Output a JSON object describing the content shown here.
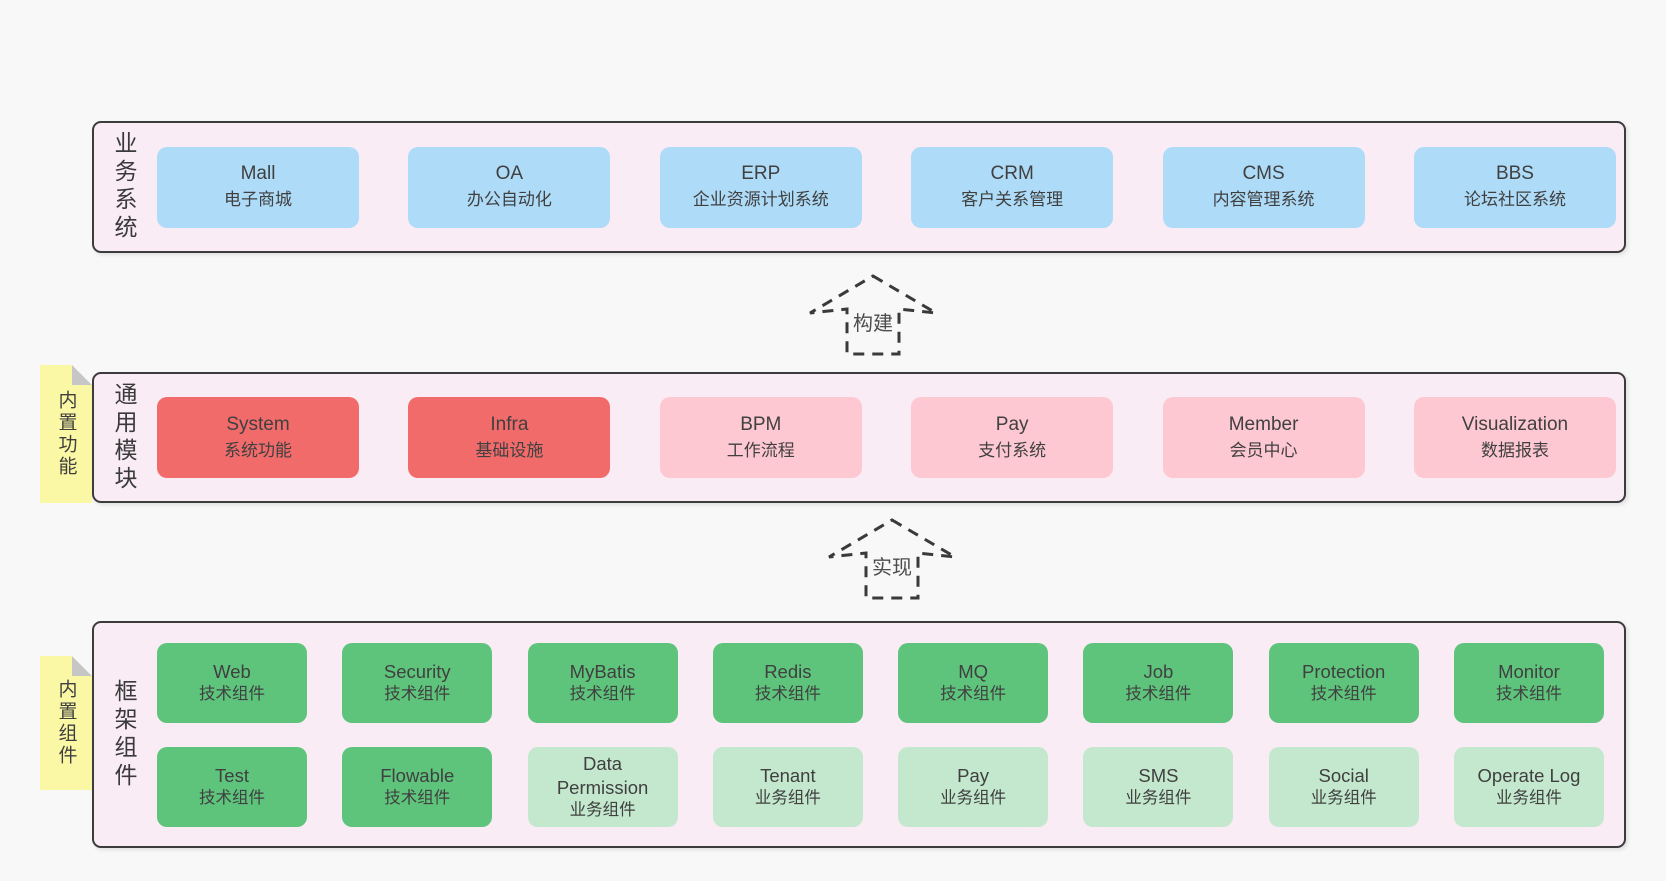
{
  "diagram": {
    "arrows": [
      {
        "id": "build",
        "label": "构建"
      },
      {
        "id": "implement",
        "label": "实现"
      }
    ],
    "layers": {
      "business": {
        "label": "业务系统",
        "boxes": [
          {
            "title": "Mall",
            "subtitle": "电子商城",
            "variant": "blue"
          },
          {
            "title": "OA",
            "subtitle": "办公自动化",
            "variant": "blue"
          },
          {
            "title": "ERP",
            "subtitle": "企业资源计划系统",
            "variant": "blue"
          },
          {
            "title": "CRM",
            "subtitle": "客户关系管理",
            "variant": "blue"
          },
          {
            "title": "CMS",
            "subtitle": "内容管理系统",
            "variant": "blue"
          },
          {
            "title": "BBS",
            "subtitle": "论坛社区系统",
            "variant": "blue"
          }
        ]
      },
      "modules": {
        "label": "通用模块",
        "note": "内置功能",
        "boxes": [
          {
            "title": "System",
            "subtitle": "系统功能",
            "variant": "red"
          },
          {
            "title": "Infra",
            "subtitle": "基础设施",
            "variant": "red"
          },
          {
            "title": "BPM",
            "subtitle": "工作流程",
            "variant": "pink"
          },
          {
            "title": "Pay",
            "subtitle": "支付系统",
            "variant": "pink"
          },
          {
            "title": "Member",
            "subtitle": "会员中心",
            "variant": "pink"
          },
          {
            "title": "Visualization",
            "subtitle": "数据报表",
            "variant": "pink"
          }
        ]
      },
      "components": {
        "label": "框架组件",
        "note": "内置组件",
        "rows": [
          [
            {
              "title": "Web",
              "subtitle": "技术组件",
              "variant": "green"
            },
            {
              "title": "Security",
              "subtitle": "技术组件",
              "variant": "green"
            },
            {
              "title": "MyBatis",
              "subtitle": "技术组件",
              "variant": "green"
            },
            {
              "title": "Redis",
              "subtitle": "技术组件",
              "variant": "green"
            },
            {
              "title": "MQ",
              "subtitle": "技术组件",
              "variant": "green"
            },
            {
              "title": "Job",
              "subtitle": "技术组件",
              "variant": "green"
            },
            {
              "title": "Protection",
              "subtitle": "技术组件",
              "variant": "green"
            },
            {
              "title": "Monitor",
              "subtitle": "技术组件",
              "variant": "green"
            }
          ],
          [
            {
              "title": "Test",
              "subtitle": "技术组件",
              "variant": "green"
            },
            {
              "title": "Flowable",
              "subtitle": "技术组件",
              "variant": "green"
            },
            {
              "title": "Data Permission",
              "subtitle": "业务组件",
              "variant": "lightgreen"
            },
            {
              "title": "Tenant",
              "subtitle": "业务组件",
              "variant": "lightgreen"
            },
            {
              "title": "Pay",
              "subtitle": "业务组件",
              "variant": "lightgreen"
            },
            {
              "title": "SMS",
              "subtitle": "业务组件",
              "variant": "lightgreen"
            },
            {
              "title": "Social",
              "subtitle": "业务组件",
              "variant": "lightgreen"
            },
            {
              "title": "Operate Log",
              "subtitle": "业务组件",
              "variant": "lightgreen"
            }
          ]
        ]
      }
    },
    "colors": {
      "blue": "#aedbf8",
      "red": "#f26b6b",
      "pink": "#fec8d2",
      "green": "#5ec47c",
      "lightgreen": "#c3e8cd",
      "panel_bg": "#f9ecf5",
      "panel_border": "#3c3c3c",
      "note_bg": "#fbf8a5",
      "note_fold": "#c6c6c6",
      "page_bg": "#f8f8f8",
      "text": "#404040"
    }
  }
}
